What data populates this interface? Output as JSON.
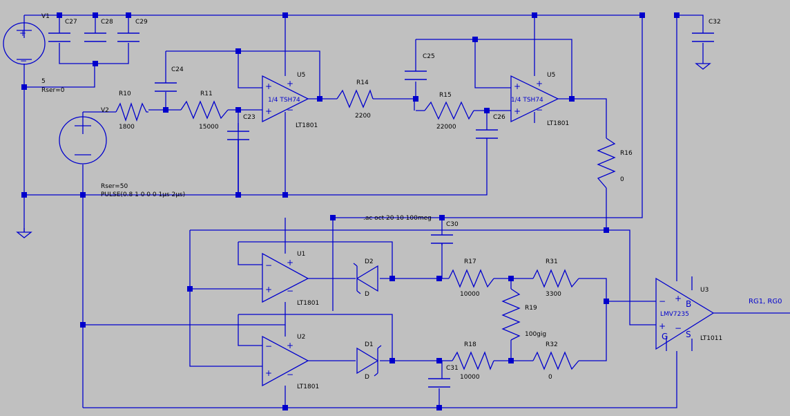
{
  "components": {
    "V1": {
      "name": "V1",
      "value": "5",
      "param": "Rser=0"
    },
    "V2": {
      "name": "V2",
      "param": "Rser=50",
      "value": "PULSE(0.8 1 0 0 0 1μs 2μs)"
    },
    "R10": {
      "name": "R10",
      "value": "1800"
    },
    "R11": {
      "name": "R11",
      "value": "15000"
    },
    "R14": {
      "name": "R14",
      "value": "2200"
    },
    "R15": {
      "name": "R15",
      "value": "22000"
    },
    "R16": {
      "name": "R16",
      "value": "0"
    },
    "R17": {
      "name": "R17",
      "value": "10000"
    },
    "R18": {
      "name": "R18",
      "value": "10000"
    },
    "R19": {
      "name": "R19",
      "value": "100gig"
    },
    "R31": {
      "name": "R31",
      "value": "3300"
    },
    "R32": {
      "name": "R32",
      "value": "0"
    },
    "C23": {
      "name": "C23"
    },
    "C24": {
      "name": "C24"
    },
    "C25": {
      "name": "C25"
    },
    "C26": {
      "name": "C26"
    },
    "C27": {
      "name": "C27"
    },
    "C28": {
      "name": "C28"
    },
    "C29": {
      "name": "C29"
    },
    "C30": {
      "name": "C30"
    },
    "C31": {
      "name": "C31"
    },
    "C32": {
      "name": "C32"
    },
    "D1": {
      "name": "D1",
      "model": "D"
    },
    "D2": {
      "name": "D2",
      "model": "D"
    },
    "U5a": {
      "name": "U5",
      "part": "1/4 TSH74",
      "model": "LT1801"
    },
    "U5b": {
      "name": "U5",
      "part": "1/4 TSH74",
      "model": "LT1801"
    },
    "U1": {
      "name": "U1",
      "model": "LT1801"
    },
    "U2": {
      "name": "U2",
      "model": "LT1801"
    },
    "U3": {
      "name": "U3",
      "part": "LMV7235",
      "model": "LT1011"
    }
  },
  "directive": ".ac oct 20 10 100meg",
  "output_net": "RG1, RG0",
  "pin_labels": {
    "plus": "+",
    "minus": "−",
    "B": "B",
    "G": "G",
    "S": "S"
  },
  "colors": {
    "background": "#c0c0c0",
    "wire": "#0000cc",
    "text": "#000000"
  }
}
